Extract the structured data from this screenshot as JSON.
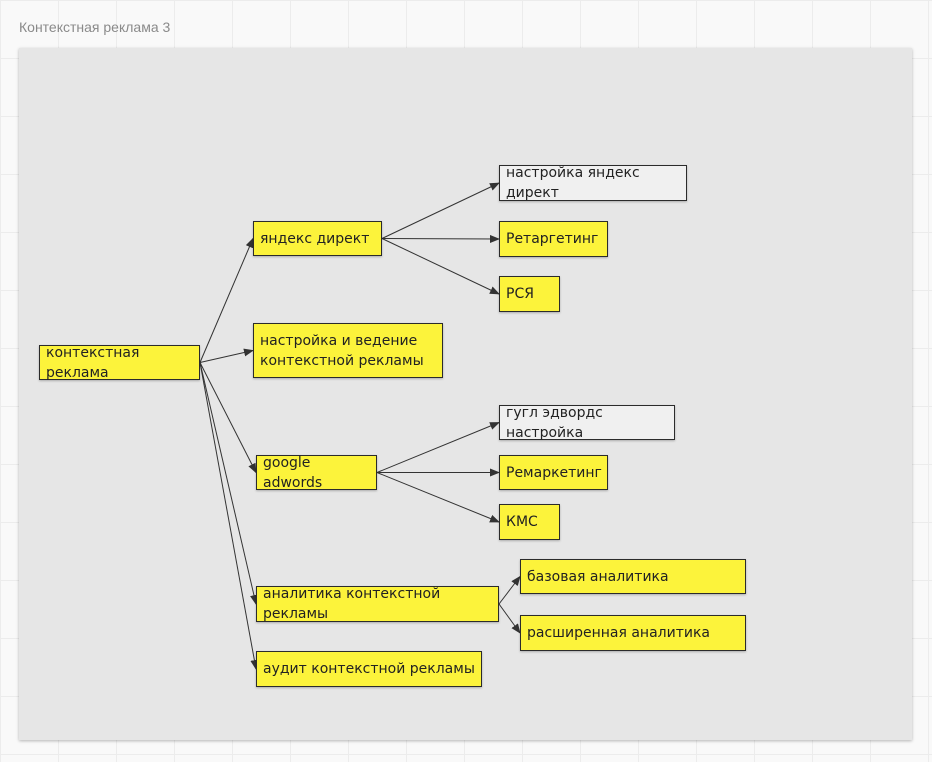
{
  "frame": {
    "title": "Контекстная реклама 3"
  },
  "colors": {
    "node_yellow": "#fcf33b",
    "node_plain": "#f0f0f0",
    "edge": "#333333"
  },
  "nodes": {
    "root": "контекстная реклама",
    "yandex_direct": "яндекс директ",
    "setup_and_management": "настройка и ведение контекстной рекламы",
    "google_adwords": "google adwords",
    "analytics": "аналитика контекстной рекламы",
    "audit": "аудит контекстной рекламы",
    "yandex_setup": "настройка яндекс директ",
    "retargeting": "Ретаргетинг",
    "rsya": "РСЯ",
    "adwords_setup": "гугл эдвордс настройка",
    "remarketing": "Ремаркетинг",
    "kms": "КМС",
    "basic_analytics": "базовая аналитика",
    "advanced_analytics": "расширенная аналитика"
  },
  "edges": [
    [
      "root",
      "yandex_direct"
    ],
    [
      "root",
      "setup_and_management"
    ],
    [
      "root",
      "google_adwords"
    ],
    [
      "root",
      "analytics"
    ],
    [
      "root",
      "audit"
    ],
    [
      "yandex_direct",
      "yandex_setup"
    ],
    [
      "yandex_direct",
      "retargeting"
    ],
    [
      "yandex_direct",
      "rsya"
    ],
    [
      "google_adwords",
      "adwords_setup"
    ],
    [
      "google_adwords",
      "remarketing"
    ],
    [
      "google_adwords",
      "kms"
    ],
    [
      "analytics",
      "basic_analytics"
    ],
    [
      "analytics",
      "advanced_analytics"
    ]
  ]
}
